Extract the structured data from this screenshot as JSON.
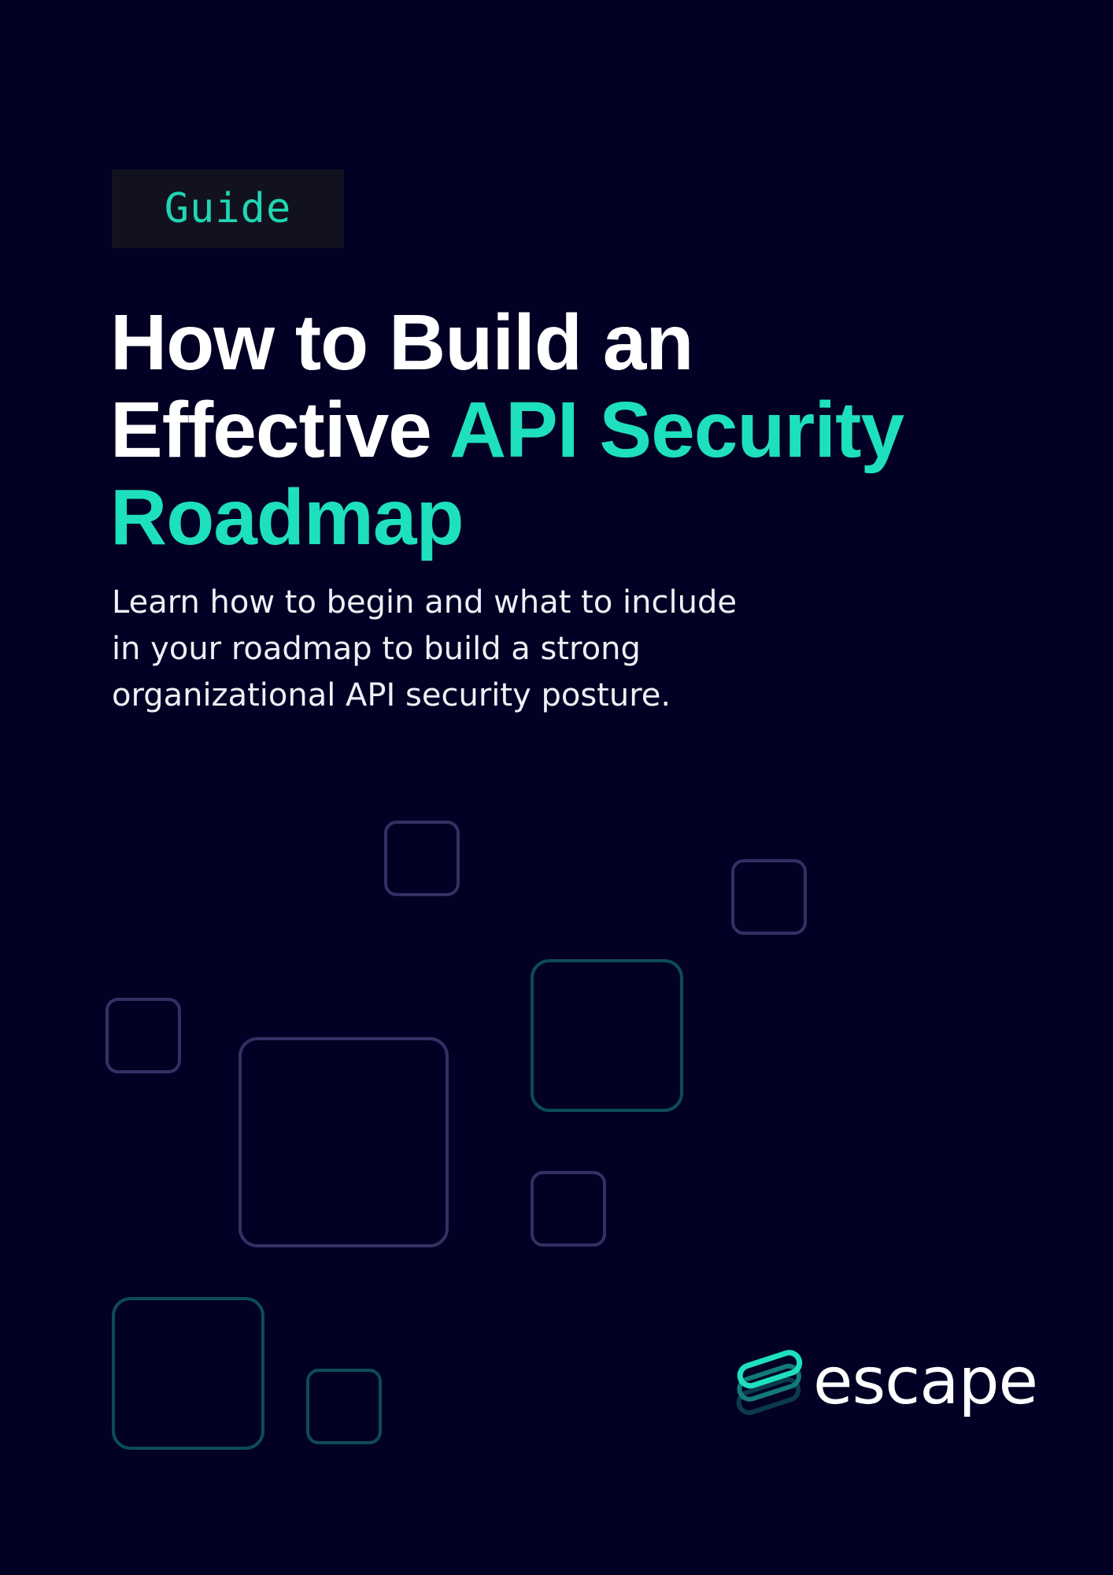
{
  "tag": {
    "label": "Guide"
  },
  "title": {
    "line1": "How to Build an",
    "line2_white": "Effective ",
    "line2_accent": "API Security",
    "line3_accent": "Roadmap"
  },
  "subtitle": {
    "line1": "Learn how to begin and what to include",
    "line2": "in your roadmap to build a strong",
    "line3": "organizational API security posture."
  },
  "brand": {
    "name": "escape",
    "icon": "escape-logo-icon"
  },
  "colors": {
    "background": "#020024",
    "accent": "#1fe0bd",
    "tag_bg": "#12121f",
    "square_purple": "#342f64",
    "square_teal": "#0d4b5b"
  }
}
